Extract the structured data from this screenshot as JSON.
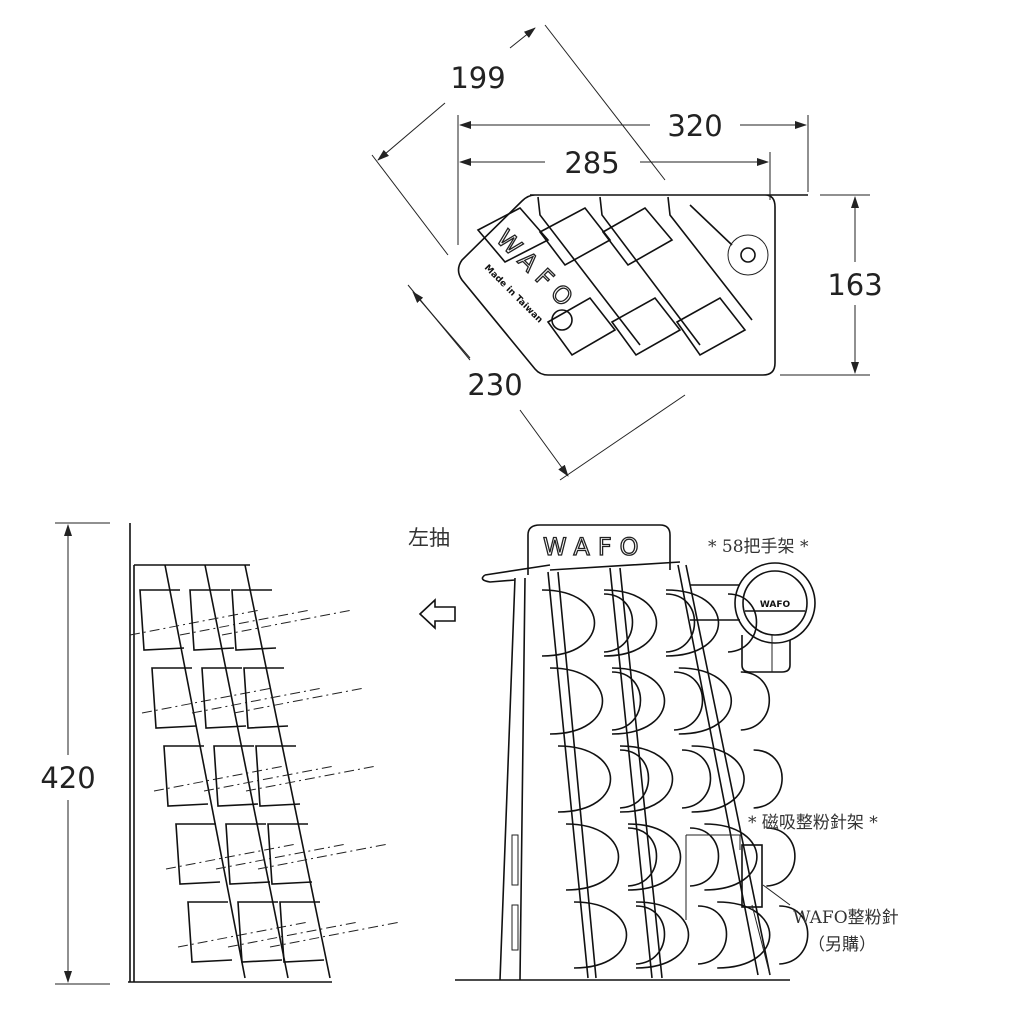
{
  "dimensions": {
    "d199": "199",
    "d320": "320",
    "d285": "285",
    "d163": "163",
    "d230": "230",
    "d420": "420"
  },
  "labels": {
    "pull_left": "左抽",
    "handle_holder": "* 58把手架 *",
    "magnetic_holder": "* 磁吸整粉針架 *",
    "tamper_needle": "WAFO整粉針",
    "sold_separately": "（另購）"
  },
  "branding": {
    "logo": "WAFO",
    "made_in": "Made in Taiwan"
  }
}
